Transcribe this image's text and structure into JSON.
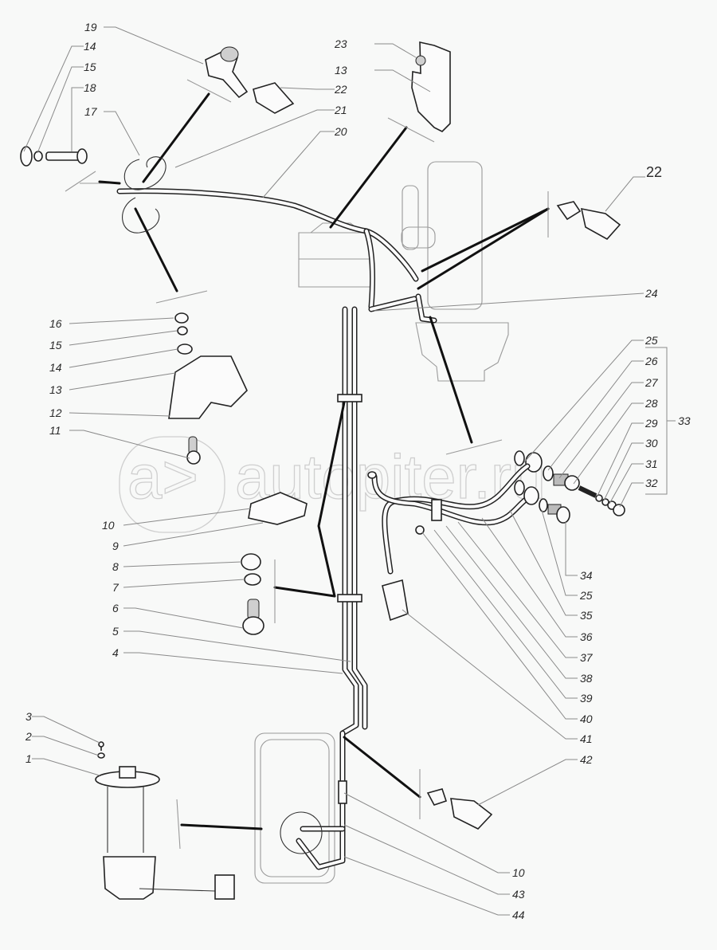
{
  "diagram": {
    "type": "exploded-parts-diagram",
    "subject": "fuel line assembly",
    "watermark": "autopiter.ru",
    "watermark_logo": "a>",
    "callouts": {
      "c19": "19",
      "c14a": "14",
      "c15a": "15",
      "c18": "18",
      "c17": "17",
      "c23": "23",
      "c13a": "13",
      "c22a": "22",
      "c21": "21",
      "c20": "20",
      "c22b": "22",
      "c24": "24",
      "c16": "16",
      "c15b": "15",
      "c14b": "14",
      "c13b": "13",
      "c12": "12",
      "c11": "11",
      "c10a": "10",
      "c9": "9",
      "c8": "8",
      "c7": "7",
      "c6": "6",
      "c5": "5",
      "c4": "4",
      "c25a": "25",
      "c26": "26",
      "c27": "27",
      "c28": "28",
      "c29": "29",
      "c30": "30",
      "c31": "31",
      "c32": "32",
      "c33": "33",
      "c34": "34",
      "c25b": "25",
      "c35": "35",
      "c36": "36",
      "c37": "37",
      "c38": "38",
      "c39": "39",
      "c40": "40",
      "c41": "41",
      "c42": "42",
      "c3": "3",
      "c2": "2",
      "c1": "1",
      "c10b": "10",
      "c43": "43",
      "c44": "44"
    }
  }
}
